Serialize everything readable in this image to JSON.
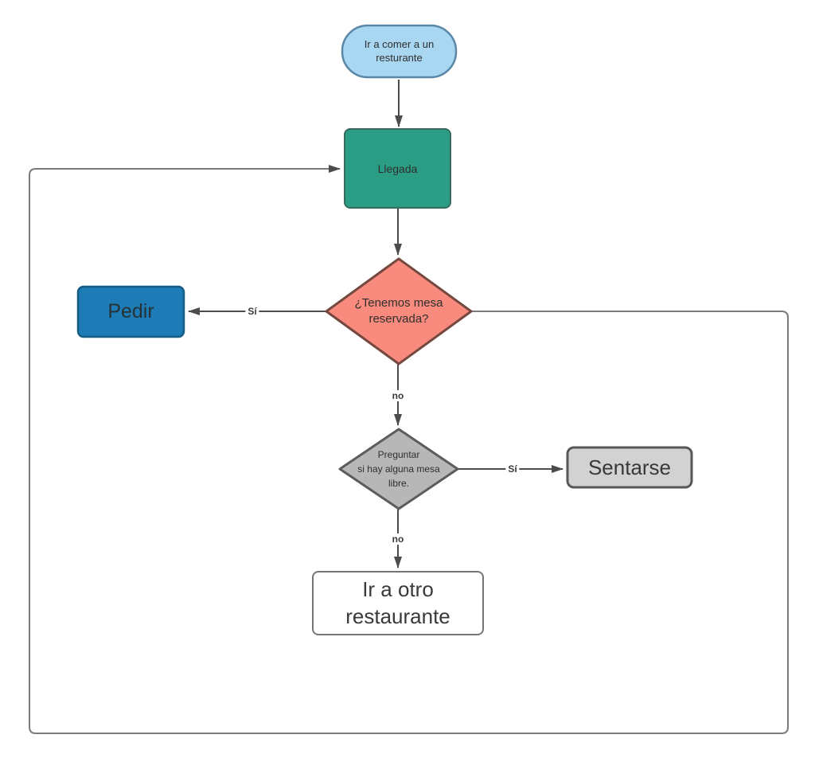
{
  "diagram": {
    "type": "flowchart",
    "language": "es",
    "nodes": {
      "start": {
        "shape": "terminator",
        "label": "Ir a comer a un resturante",
        "fill": "#a9d7f2",
        "stroke": "#5a87a8"
      },
      "llegada": {
        "shape": "process",
        "label": "Llegada",
        "fill": "#2a9d84",
        "stroke": "#366a5f"
      },
      "reserva": {
        "shape": "decision",
        "label": "¿Tenemos mesa reservada?",
        "fill": "#f98b7e",
        "stroke": "#74473f"
      },
      "pedir": {
        "shape": "process",
        "label": "Pedir",
        "fill": "#1d7cb5",
        "stroke": "#175c85"
      },
      "preguntar": {
        "shape": "decision",
        "label_line1": "Preguntar",
        "label_line2": "si hay alguna mesa libre.",
        "fill": "#b7b7b7",
        "stroke": "#5c5c5c"
      },
      "sentarse": {
        "shape": "process",
        "label": "Sentarse",
        "fill": "#d2d2d2",
        "stroke": "#575757"
      },
      "otro": {
        "shape": "process",
        "label": "Ir a otro restaurante",
        "fill": "#ffffff",
        "stroke": "#767676"
      }
    },
    "edge_labels": {
      "yes1": "Sí",
      "no1": "no",
      "yes2": "Sí",
      "no2": "no"
    },
    "edges": [
      {
        "from": "start",
        "to": "llegada",
        "label": ""
      },
      {
        "from": "llegada",
        "to": "reserva",
        "label": ""
      },
      {
        "from": "reserva",
        "to": "pedir",
        "label": "Sí"
      },
      {
        "from": "reserva",
        "to": "preguntar",
        "label": "no"
      },
      {
        "from": "preguntar",
        "to": "sentarse",
        "label": "Sí"
      },
      {
        "from": "preguntar",
        "to": "otro",
        "label": "no"
      },
      {
        "from": "reserva",
        "to": "llegada",
        "label": "",
        "route": "right-bottom-left-loop"
      }
    ],
    "colors": {
      "background": "#ffffff",
      "connector": "#4c4c4c",
      "loop_connector": "#7b7b7b",
      "text": "#2e2e2e"
    }
  }
}
